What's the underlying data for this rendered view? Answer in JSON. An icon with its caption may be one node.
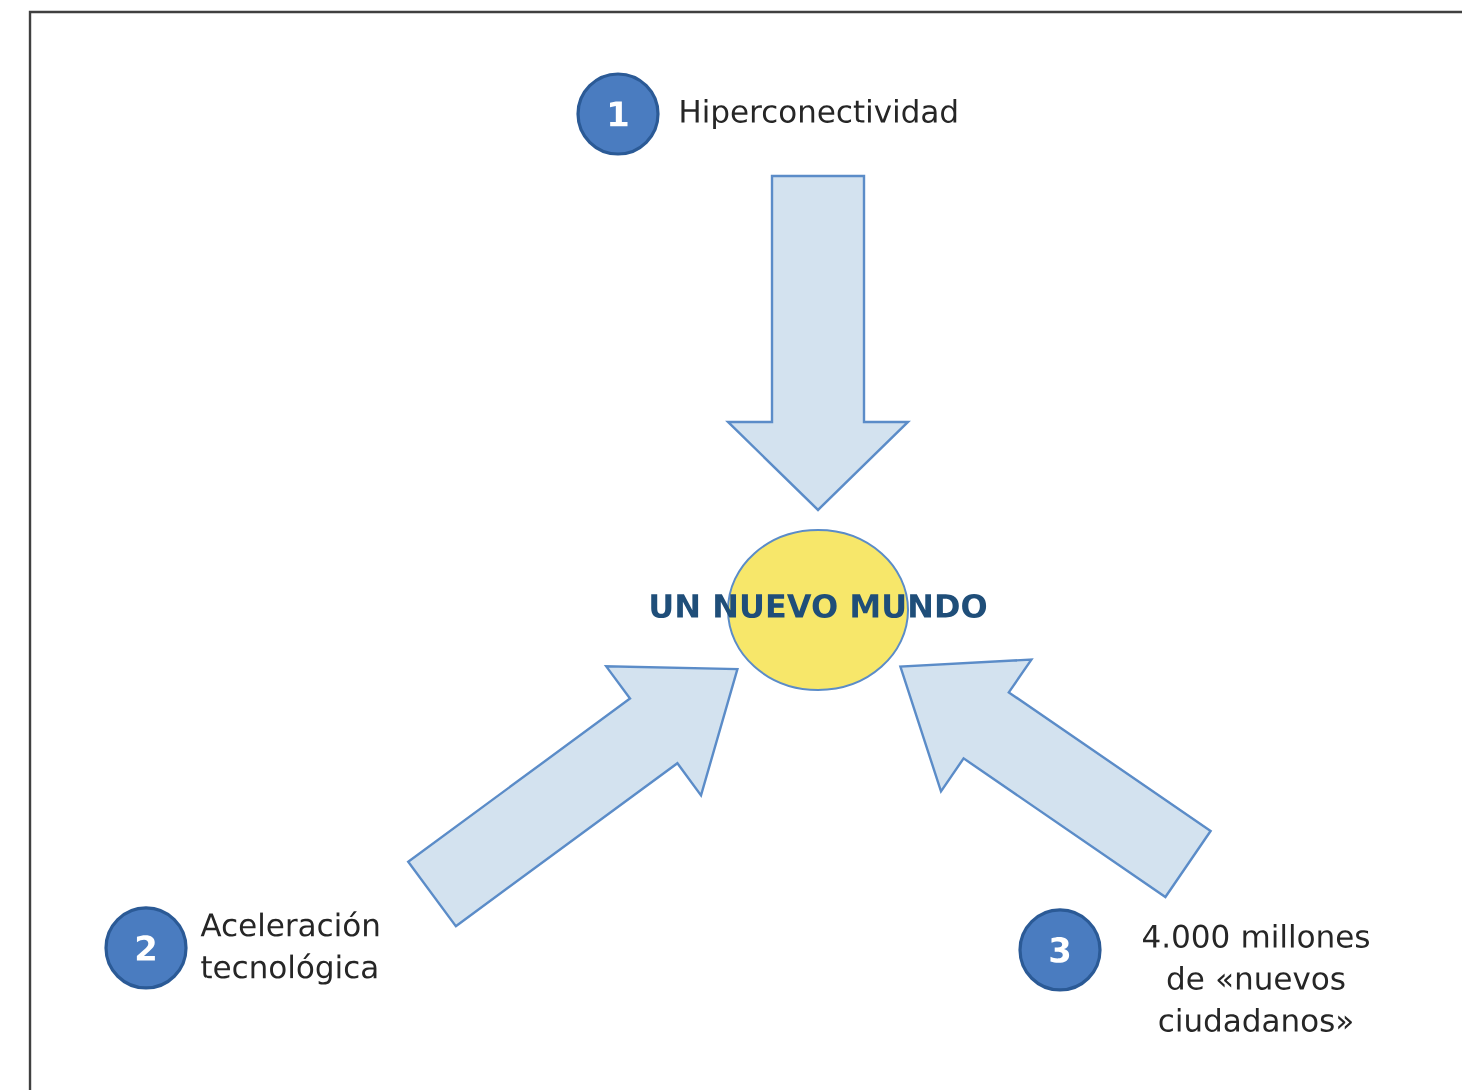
{
  "diagram": {
    "nodes": [
      {
        "text": [
          "1"
        ],
        "beside": [
          "Hiperconectividad"
        ]
      },
      {
        "text": [
          "UN NUEVO MUNDO"
        ]
      },
      {
        "text": [
          "2"
        ],
        "beside": [
          "Aceleración tecnológica"
        ]
      },
      {
        "text": [
          "3"
        ],
        "beside": [
          "4.000 millones de «nuevos ciudadanos»"
        ]
      }
    ],
    "edges": [
      {
        "from": 0,
        "to": 1,
        "arrow": "to"
      },
      {
        "from": 2,
        "to": 1,
        "arrow": "to"
      },
      {
        "from": 3,
        "to": 1,
        "arrow": "to"
      }
    ]
  }
}
